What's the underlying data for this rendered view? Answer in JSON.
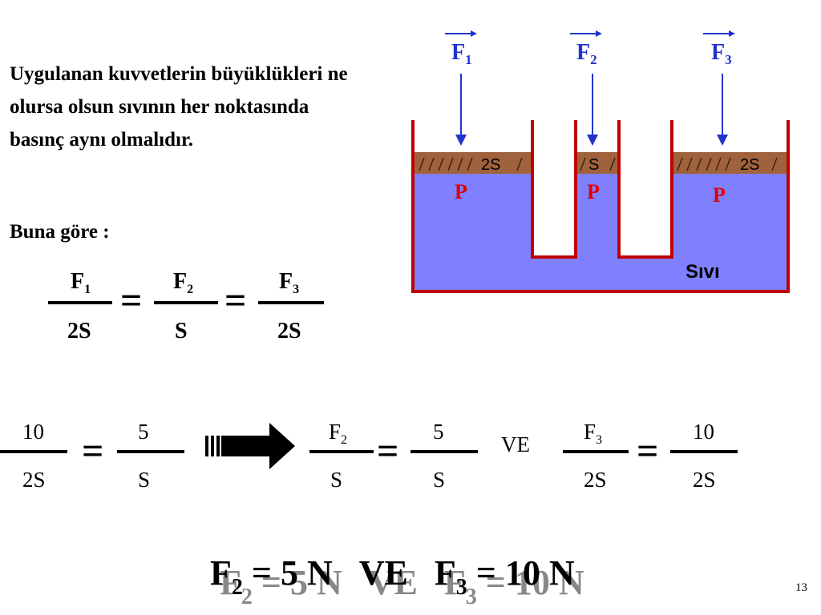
{
  "intro_text": "Uygulanan kuvvetlerin büyüklükleri ne olursa olsun sıvının her noktasında basınç aynı olmalıdır.",
  "buna_text": "Buna göre :",
  "diagram": {
    "forces": [
      {
        "letter": "F",
        "index": "1"
      },
      {
        "letter": "F",
        "index": "2"
      },
      {
        "letter": "F",
        "index": "3"
      }
    ],
    "areas": [
      "2S",
      "S",
      "2S"
    ],
    "pressure": "P",
    "liquid_label": "Sıvı",
    "colors": {
      "liquid": "#8080ff",
      "piston": "#a0623c",
      "wall": "#c00000",
      "arrow": "#2233cc",
      "pressure": "#e00000"
    }
  },
  "equation1": {
    "fractions": [
      {
        "num": "F",
        "num_index": "1",
        "den": "2S"
      },
      {
        "num": "F",
        "num_index": "2",
        "den": "S"
      },
      {
        "num": "F",
        "num_index": "3",
        "den": "2S"
      }
    ],
    "equals": "="
  },
  "equation2": {
    "left": {
      "n1": "10",
      "d1": "2S",
      "n2": "5",
      "d2": "S"
    },
    "right1": {
      "num": "F",
      "num_index": "2",
      "den": "S",
      "n2": "5",
      "d2": "S"
    },
    "connector": "VE",
    "right2": {
      "num": "F",
      "num_index": "3",
      "den": "2S",
      "n2": "10",
      "d2": "2S"
    },
    "equals": "="
  },
  "result": {
    "f2_letter": "F",
    "f2_index": "2",
    "f2_value": "= 5 N",
    "connector": "VE",
    "f3_letter": "F",
    "f3_index": "3",
    "f3_value": "= 10 N"
  },
  "page_number": "13"
}
